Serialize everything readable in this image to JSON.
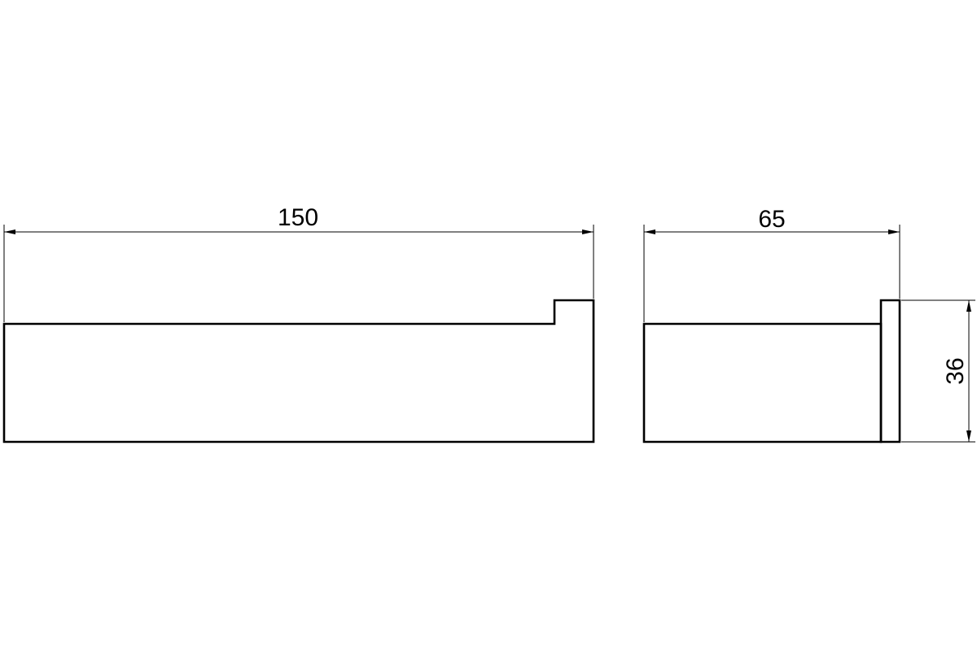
{
  "dimensions": {
    "front_length": "150",
    "side_depth": "65",
    "side_height": "36"
  }
}
